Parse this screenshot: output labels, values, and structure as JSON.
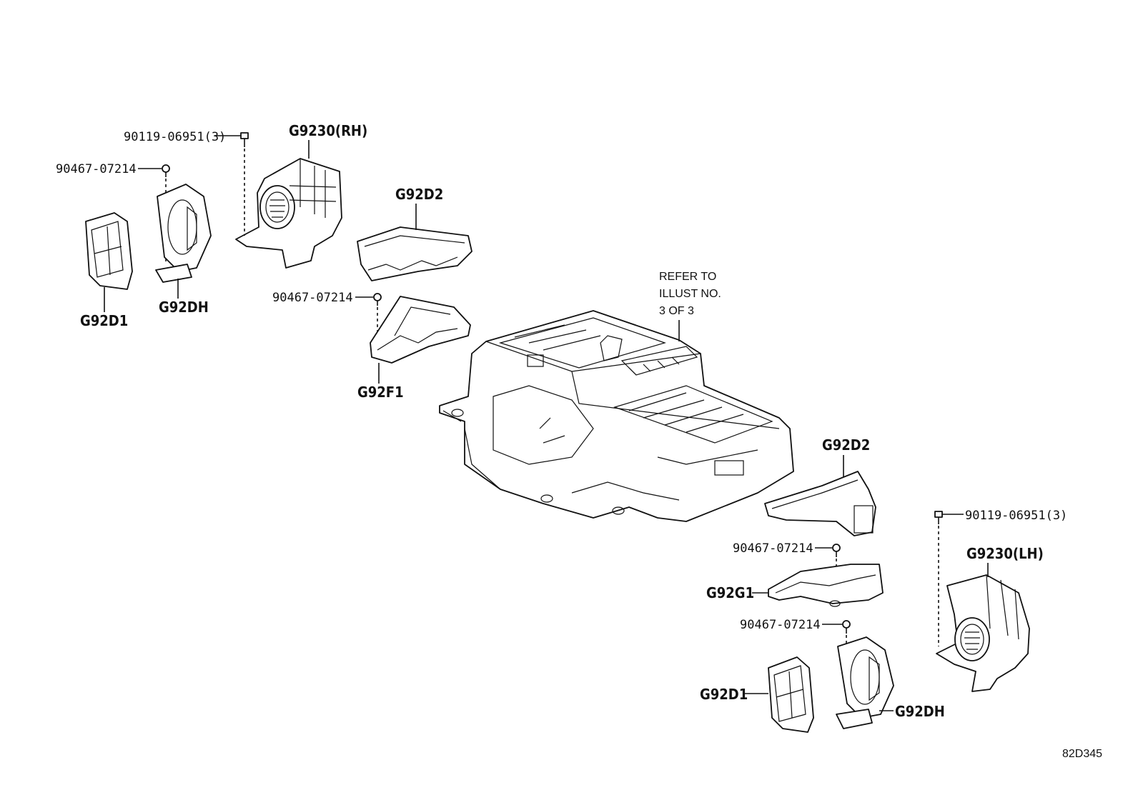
{
  "diagram": {
    "labels": {
      "bolt_rh": "90119-06951(3)",
      "g9230_rh": "G9230(RH)",
      "clip_top_left": "90467-07214",
      "g92d2_top": "G92D2",
      "g92d1_left": "G92D1",
      "g92dh_left": "G92DH",
      "clip_f1": "90467-07214",
      "g92f1": "G92F1",
      "refer_line1": "REFER TO",
      "refer_line2": "ILLUST NO.",
      "refer_line3": "3 OF 3",
      "g92d2_right": "G92D2",
      "bolt_lh": "90119-06951(3)",
      "g9230_lh": "G9230(LH)",
      "clip_g1": "90467-07214",
      "g92g1": "G92G1",
      "clip_dh_right": "90467-07214",
      "g92d1_right": "G92D1",
      "g92dh_right": "G92DH",
      "ref_code": "82D345"
    }
  }
}
